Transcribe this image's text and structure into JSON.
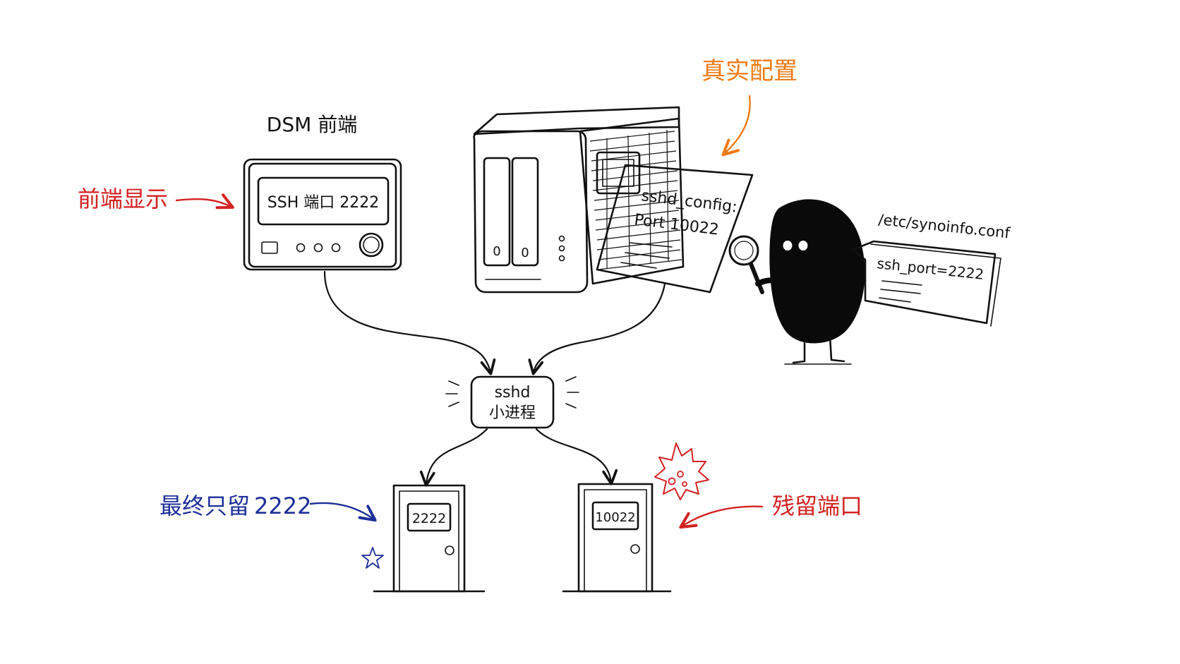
{
  "labels": {
    "dsm_title": "DSM 前端",
    "front_display": "前端显示",
    "real_config": "真实配置",
    "final_only": "最终只留",
    "final_only_port": "2222",
    "leftover_port": "残留端口"
  },
  "dsm_panel": {
    "screen_text": "SSH 端口 2222"
  },
  "nas": {
    "bay_left": "0",
    "bay_right": "0"
  },
  "sshd_config_paper": {
    "line1": "sshd_config:",
    "line2": "Port 10022"
  },
  "synoinfo": {
    "path": "/etc/synoinfo.conf",
    "content": "ssh_port=2222"
  },
  "sshd_box": {
    "line1": "sshd",
    "line2": "小进程"
  },
  "doors": {
    "left_port": "2222",
    "right_port": "10022"
  },
  "colors": {
    "ink": "#111111",
    "red": "#d42222",
    "orange": "#f07a12",
    "blue": "#1d2f98"
  }
}
